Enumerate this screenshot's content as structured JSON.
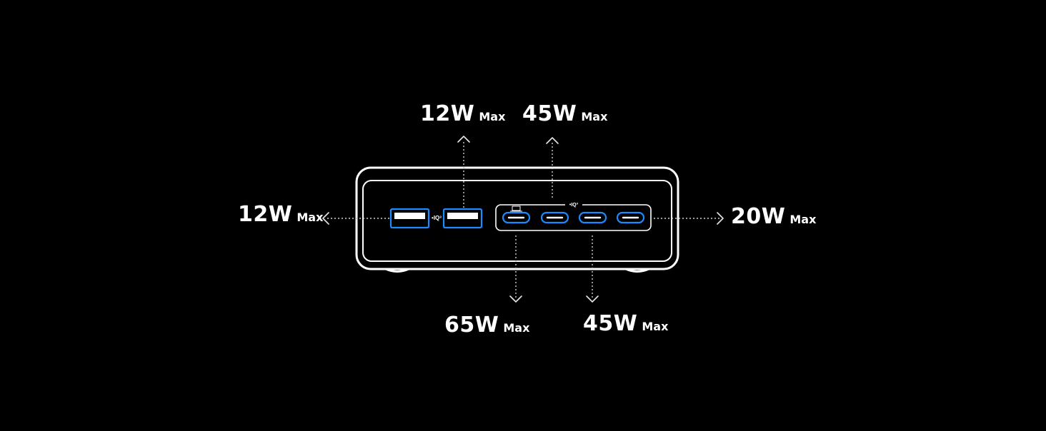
{
  "ports": {
    "usb_a_left": {
      "watts": "12W",
      "suffix": "Max"
    },
    "usb_a_right": {
      "watts": "12W",
      "suffix": "Max"
    },
    "usb_c_1": {
      "watts": "65W",
      "suffix": "Max"
    },
    "usb_c_2": {
      "watts": "45W",
      "suffix": "Max"
    },
    "usb_c_3": {
      "watts": "45W",
      "suffix": "Max"
    },
    "usb_c_4": {
      "watts": "20W",
      "suffix": "Max"
    }
  },
  "badges": {
    "usb_a_iq": "•IQ³",
    "usb_c_iq": "•IQ³"
  },
  "colors": {
    "background": "#000000",
    "outline": "#ffffff",
    "port_accent": "#1a8cff",
    "arrow": "#cfcfcf"
  },
  "icons": {
    "usb_c_1_marker": "laptop-icon"
  }
}
